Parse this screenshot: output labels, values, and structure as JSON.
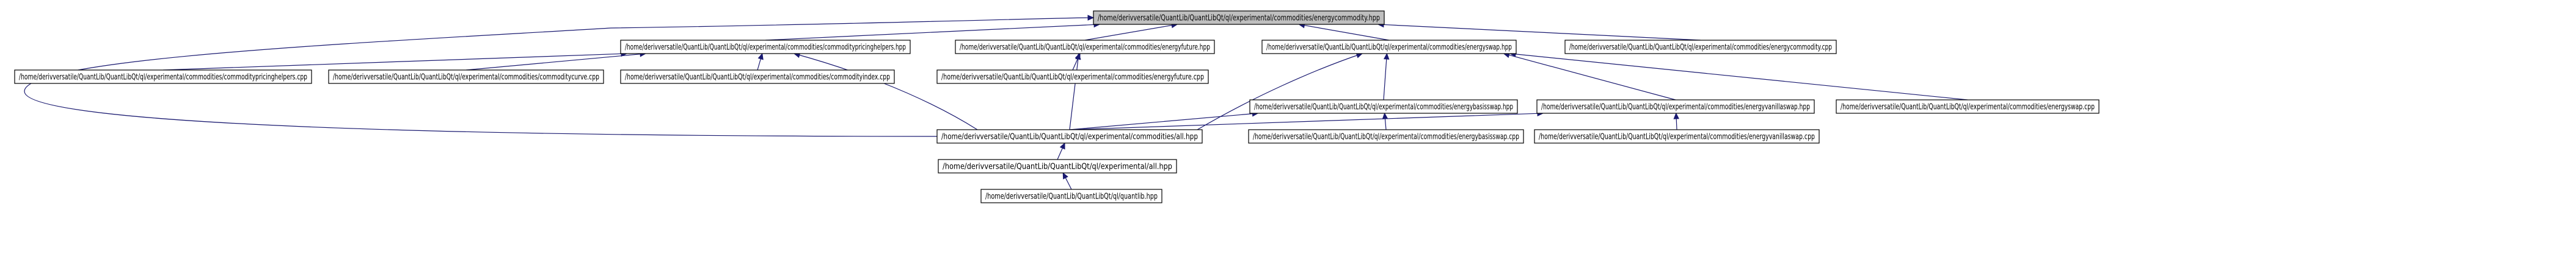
{
  "graph": {
    "nodes": [
      {
        "id": "n0",
        "label": "/home/derivversatile/QuantLib/QuantLibQt/ql/experimental/commodities/energycommodity.hpp",
        "root": true
      },
      {
        "id": "n1",
        "label": "/home/derivversatile/QuantLib/QuantLibQt/ql/experimental/commodities/commoditypricinghelpers.hpp"
      },
      {
        "id": "n2",
        "label": "/home/derivversatile/QuantLib/QuantLibQt/ql/experimental/commodities/energyfuture.hpp"
      },
      {
        "id": "n3",
        "label": "/home/derivversatile/QuantLib/QuantLibQt/ql/experimental/commodities/energyswap.hpp"
      },
      {
        "id": "n4",
        "label": "/home/derivversatile/QuantLib/QuantLibQt/ql/experimental/commodities/energycommodity.cpp"
      },
      {
        "id": "n5",
        "label": "/home/derivversatile/QuantLib/QuantLibQt/ql/experimental/commodities/commoditypricinghelpers.cpp"
      },
      {
        "id": "n6",
        "label": "/home/derivversatile/QuantLib/QuantLibQt/ql/experimental/commodities/commoditycurve.cpp"
      },
      {
        "id": "n7",
        "label": "/home/derivversatile/QuantLib/QuantLibQt/ql/experimental/commodities/commodityindex.cpp"
      },
      {
        "id": "n8",
        "label": "/home/derivversatile/QuantLib/QuantLibQt/ql/experimental/commodities/energyfuture.cpp"
      },
      {
        "id": "n9",
        "label": "/home/derivversatile/QuantLib/QuantLibQt/ql/experimental/commodities/energybasisswap.hpp"
      },
      {
        "id": "n10",
        "label": "/home/derivversatile/QuantLib/QuantLibQt/ql/experimental/commodities/energyvanillaswap.hpp"
      },
      {
        "id": "n11",
        "label": "/home/derivversatile/QuantLib/QuantLibQt/ql/experimental/commodities/energyswap.cpp"
      },
      {
        "id": "n12",
        "label": "/home/derivversatile/QuantLib/QuantLibQt/ql/experimental/commodities/all.hpp"
      },
      {
        "id": "n13",
        "label": "/home/derivversatile/QuantLib/QuantLibQt/ql/experimental/commodities/energybasisswap.cpp"
      },
      {
        "id": "n14",
        "label": "/home/derivversatile/QuantLib/QuantLibQt/ql/experimental/commodities/energyvanillaswap.cpp"
      },
      {
        "id": "n15",
        "label": "/home/derivversatile/QuantLib/QuantLibQt/ql/experimental/all.hpp"
      },
      {
        "id": "n16",
        "label": "/home/derivversatile/QuantLib/QuantLibQt/ql/quantlib.hpp"
      }
    ],
    "edges": [
      {
        "from": "n1",
        "to": "n0"
      },
      {
        "from": "n2",
        "to": "n0"
      },
      {
        "from": "n3",
        "to": "n0"
      },
      {
        "from": "n4",
        "to": "n0"
      },
      {
        "from": "n12",
        "to": "n0"
      },
      {
        "from": "n5",
        "to": "n1"
      },
      {
        "from": "n6",
        "to": "n1"
      },
      {
        "from": "n7",
        "to": "n1"
      },
      {
        "from": "n12",
        "to": "n1"
      },
      {
        "from": "n8",
        "to": "n2"
      },
      {
        "from": "n12",
        "to": "n2"
      },
      {
        "from": "n9",
        "to": "n3"
      },
      {
        "from": "n10",
        "to": "n3"
      },
      {
        "from": "n11",
        "to": "n3"
      },
      {
        "from": "n12",
        "to": "n3"
      },
      {
        "from": "n12",
        "to": "n9"
      },
      {
        "from": "n13",
        "to": "n9"
      },
      {
        "from": "n12",
        "to": "n10"
      },
      {
        "from": "n14",
        "to": "n10"
      },
      {
        "from": "n15",
        "to": "n12"
      },
      {
        "from": "n16",
        "to": "n15"
      }
    ]
  }
}
